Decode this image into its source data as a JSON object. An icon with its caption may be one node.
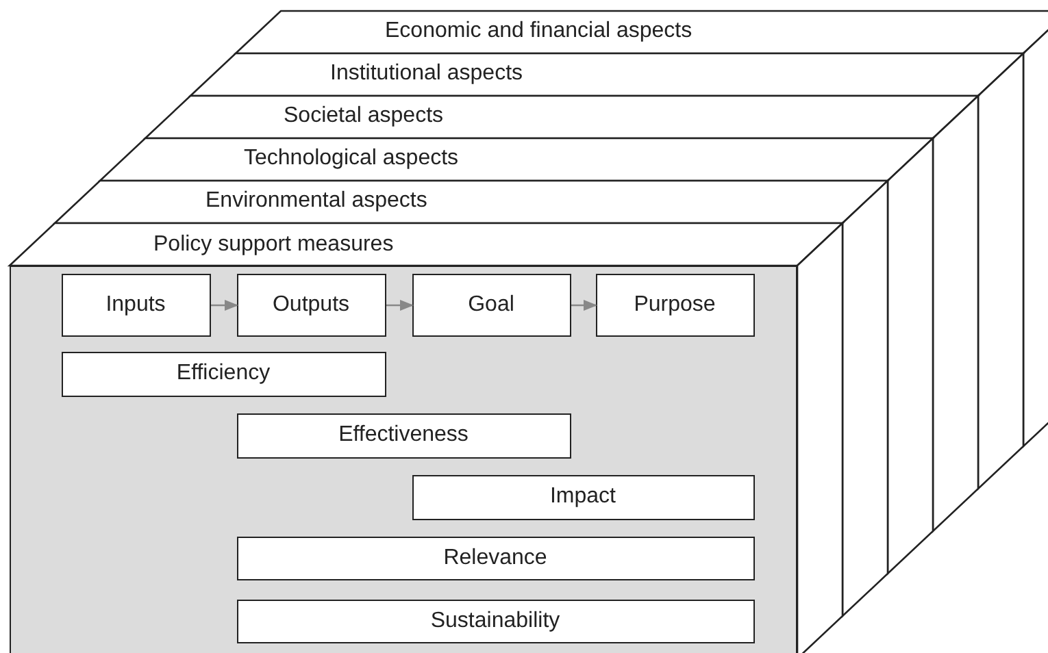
{
  "diagram": {
    "nodes": [
      {
        "text": [
          "Economic and financial aspects"
        ]
      },
      {
        "text": [
          "Institutional aspects"
        ]
      },
      {
        "text": [
          "Societal aspects"
        ]
      },
      {
        "text": [
          "Technological aspects"
        ]
      },
      {
        "text": [
          "Environmental aspects"
        ]
      },
      {
        "text": [
          "Policy support measures"
        ]
      },
      {
        "text": [
          "Inputs"
        ],
        "in": 5
      },
      {
        "text": [
          "Outputs"
        ],
        "in": 5
      },
      {
        "text": [
          "Goal"
        ],
        "in": 5
      },
      {
        "text": [
          "Purpose"
        ],
        "in": 5
      },
      {
        "text": [
          "Efficiency"
        ],
        "in": 5
      },
      {
        "text": [
          "Effectiveness"
        ],
        "in": 5
      },
      {
        "text": [
          "Impact"
        ],
        "in": 5
      },
      {
        "text": [
          "Relevance"
        ],
        "in": 5
      },
      {
        "text": [
          "Sustainability"
        ],
        "in": 5
      }
    ],
    "edges": [
      {
        "from": 6,
        "to": 7,
        "arrow": "to"
      },
      {
        "from": 7,
        "to": 8,
        "arrow": "to"
      },
      {
        "from": 8,
        "to": 9,
        "arrow": "to"
      }
    ]
  }
}
